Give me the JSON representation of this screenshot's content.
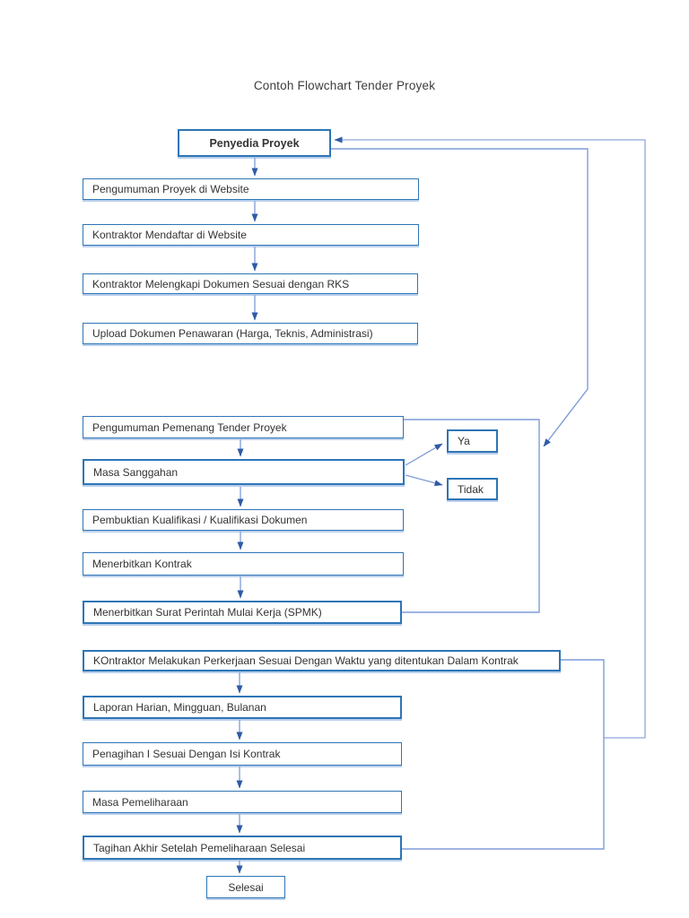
{
  "title": "Contoh Flowchart Tender Proyek",
  "nodes": {
    "penyedia_proyek": {
      "label": "Penyedia Proyek"
    },
    "pengumuman_proyek": {
      "label": "Pengumuman Proyek di Website"
    },
    "kontraktor_mendaftar": {
      "label": "Kontraktor Mendaftar di Website"
    },
    "kontraktor_melengkapi": {
      "label": "Kontraktor Melengkapi Dokumen Sesuai dengan RKS"
    },
    "upload_dokumen": {
      "label": "Upload Dokumen Penawaran (Harga, Teknis, Administrasi)"
    },
    "pengumuman_pemenang": {
      "label": "Pengumuman Pemenang Tender Proyek"
    },
    "masa_sanggahan": {
      "label": "Masa Sanggahan"
    },
    "ya": {
      "label": "Ya"
    },
    "tidak": {
      "label": "Tidak"
    },
    "pembuktian": {
      "label": "Pembuktian Kualifikasi / Kualifikasi Dokumen"
    },
    "menerbitkan_kontrak": {
      "label": "Menerbitkan Kontrak"
    },
    "spmk": {
      "label": "Menerbitkan Surat Perintah Mulai Kerja (SPMK)"
    },
    "kontraktor_melakukan": {
      "label": "KOntraktor Melakukan Perkerjaan Sesuai Dengan Waktu yang ditentukan Dalam Kontrak"
    },
    "laporan": {
      "label": "Laporan Harian, Mingguan, Bulanan"
    },
    "penagihan": {
      "label": "Penagihan I Sesuai Dengan Isi Kontrak"
    },
    "masa_pemeliharaan": {
      "label": "Masa Pemeliharaan"
    },
    "tagihan_akhir": {
      "label": "Tagihan Akhir Setelah Pemeliharaan Selesai"
    },
    "selesai": {
      "label": "Selesai"
    }
  },
  "edges": [
    {
      "from": "penyedia_proyek",
      "to": "pengumuman_proyek"
    },
    {
      "from": "pengumuman_proyek",
      "to": "kontraktor_mendaftar"
    },
    {
      "from": "kontraktor_mendaftar",
      "to": "kontraktor_melengkapi"
    },
    {
      "from": "kontraktor_melengkapi",
      "to": "upload_dokumen"
    },
    {
      "from": "pengumuman_pemenang",
      "to": "masa_sanggahan"
    },
    {
      "from": "masa_sanggahan",
      "to": "ya"
    },
    {
      "from": "masa_sanggahan",
      "to": "tidak"
    },
    {
      "from": "masa_sanggahan",
      "to": "pembuktian"
    },
    {
      "from": "pembuktian",
      "to": "menerbitkan_kontrak"
    },
    {
      "from": "menerbitkan_kontrak",
      "to": "spmk"
    },
    {
      "from": "kontraktor_melakukan",
      "to": "laporan"
    },
    {
      "from": "laporan",
      "to": "penagihan"
    },
    {
      "from": "penagihan",
      "to": "masa_pemeliharaan"
    },
    {
      "from": "masa_pemeliharaan",
      "to": "tagihan_akhir"
    },
    {
      "from": "tagihan_akhir",
      "to": "selesai"
    },
    {
      "from": "pengumuman_pemenang",
      "to": "spmk",
      "style": "right-bracket"
    },
    {
      "from": "penyedia_proyek",
      "to": "sanggahan-bracket",
      "style": "diagonal-arrow"
    },
    {
      "from": "kontraktor_melakukan",
      "to": "penyedia_proyek",
      "style": "right-return-line"
    },
    {
      "from": "tagihan_akhir",
      "to": "penyedia_proyek",
      "style": "right-return-line"
    }
  ],
  "colors": {
    "box_border": "#2e75b6",
    "box_shadow": "#b9cfec",
    "connector_line": "#7e9cd8",
    "arrowhead": "#2e5ba6",
    "text": "#333333"
  }
}
